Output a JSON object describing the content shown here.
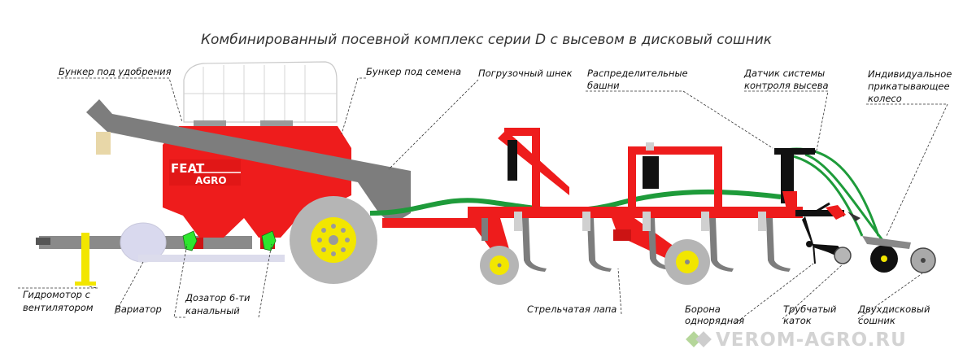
{
  "title": "Комбинированный посевной комплекс серии D с высевом в дисковый сошник",
  "logo": {
    "line1": "FEAT",
    "line2": "AGRO"
  },
  "watermark": "VEROM-AGRO.RU",
  "colors": {
    "frame_red": "#ee1c1c",
    "auger_gray": "#7d7d7d",
    "hose_green": "#1e9b3a",
    "wheel_yellow": "#f2e600",
    "tire_gray": "#b5b5b5",
    "black": "#111111",
    "hopper_outline": "#cccccc"
  },
  "labels": {
    "fert_hopper": [
      "Бункер под удобрения"
    ],
    "seed_hopper": [
      "Бункер под семена"
    ],
    "auger": [
      "Погрузочный шнек"
    ],
    "towers": [
      "Распределительные",
      "башни"
    ],
    "sensor": [
      "Датчик системы",
      "контроля высева"
    ],
    "press_wheel": [
      "Индивидуальное",
      "прикатывающее",
      "колесо"
    ],
    "hydromotor": [
      "Гидромотор с",
      "вентилятором"
    ],
    "variator": [
      "Вариатор"
    ],
    "metering": [
      "Дозатор 6-ти",
      "канальный"
    ],
    "sweep": [
      "Стрельчатая лапа"
    ],
    "harrow": [
      "Борона",
      "однорядная"
    ],
    "roller": [
      "Трубчатый",
      "каток"
    ],
    "disc_opener": [
      "Двухдисковый",
      "сошник"
    ]
  }
}
